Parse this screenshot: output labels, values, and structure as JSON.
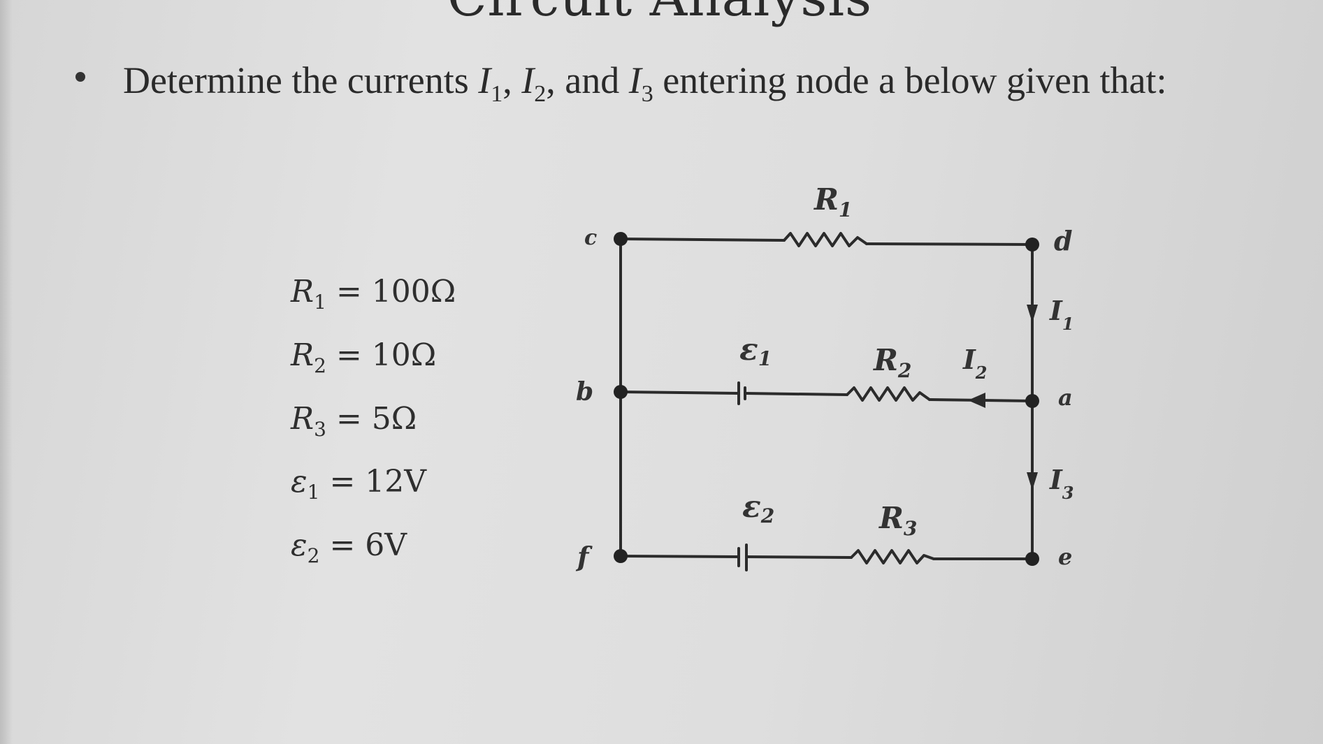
{
  "header": {
    "title_fragment": "Circuit Analysis"
  },
  "question": {
    "text_before": "Determine the currents ",
    "i1": "I",
    "i1_sub": "1",
    "sep1": ", ",
    "i2": "I",
    "i2_sub": "2",
    "sep2": ", and ",
    "i3": "I",
    "i3_sub": "3",
    "text_after": " entering node a below given that:"
  },
  "given": [
    {
      "sym": "R",
      "sub": "1",
      "val": " = 100Ω"
    },
    {
      "sym": "R",
      "sub": "2",
      "val": " = 10Ω"
    },
    {
      "sym": "R",
      "sub": "3",
      "val": " = 5Ω"
    },
    {
      "sym": "ε",
      "sub": "1",
      "val": " = 12V"
    },
    {
      "sym": "ε",
      "sub": "2",
      "val": " = 6V"
    }
  ],
  "diagram": {
    "nodes": {
      "c": "c",
      "d": "d",
      "b": "b",
      "a": "a",
      "f": "f",
      "e": "e"
    },
    "components": {
      "r1": "R",
      "r1_sub": "1",
      "r2": "R",
      "r2_sub": "2",
      "r3": "R",
      "r3_sub": "3",
      "e1": "ε",
      "e1_sub": "1",
      "e2": "ε",
      "e2_sub": "2"
    },
    "currents": {
      "i1": "I",
      "i1_sub": "1",
      "i2": "I",
      "i2_sub": "2",
      "i3": "I",
      "i3_sub": "3"
    }
  }
}
